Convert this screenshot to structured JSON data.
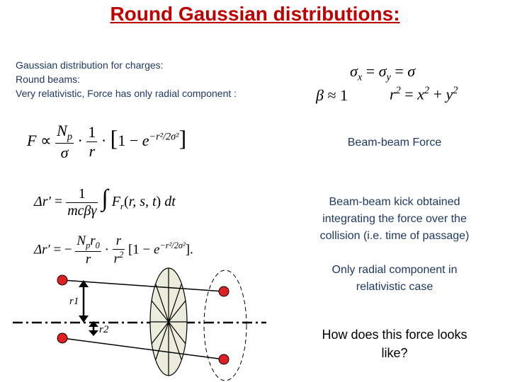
{
  "title": "Round Gaussian distributions:",
  "intro": {
    "line1": "Gaussian distribution for charges:",
    "line2": "Round beams:",
    "line3": "Very relativistic, Force has only radial component :"
  },
  "equations": {
    "sigma": "σx = σy = σ",
    "beta": "β ≈ 1",
    "r2": "r² = x² + y²",
    "force": "F ∝ (Np/σ) · (1/r) · [1 − e^(−r²/2σ²)]",
    "kick_integral": "Δr′ = (1/(mcβγ)) ∫ Fr(r, s, t) dt",
    "kick_result": "Δr′ = −(Np r0 / r) · (r/r²) [1 − e^(−r²/2σ²)]."
  },
  "side_text": {
    "beam_force": "Beam-beam Force",
    "kick_line1": "Beam-beam kick obtained",
    "kick_line2": "integrating the force over the",
    "kick_line3": "collision (i.e. time of passage)",
    "radial_line1": "Only radial component in",
    "radial_line2": "relativistic case",
    "question_line1": "How does this force looks",
    "question_line2": "like?"
  },
  "diagram": {
    "label_r1": "r1",
    "label_r2": "r2"
  },
  "colors": {
    "title": "#c00000",
    "body_text": "#1f3864",
    "particle": "#e02020",
    "beam_fill": "#ececdc"
  }
}
